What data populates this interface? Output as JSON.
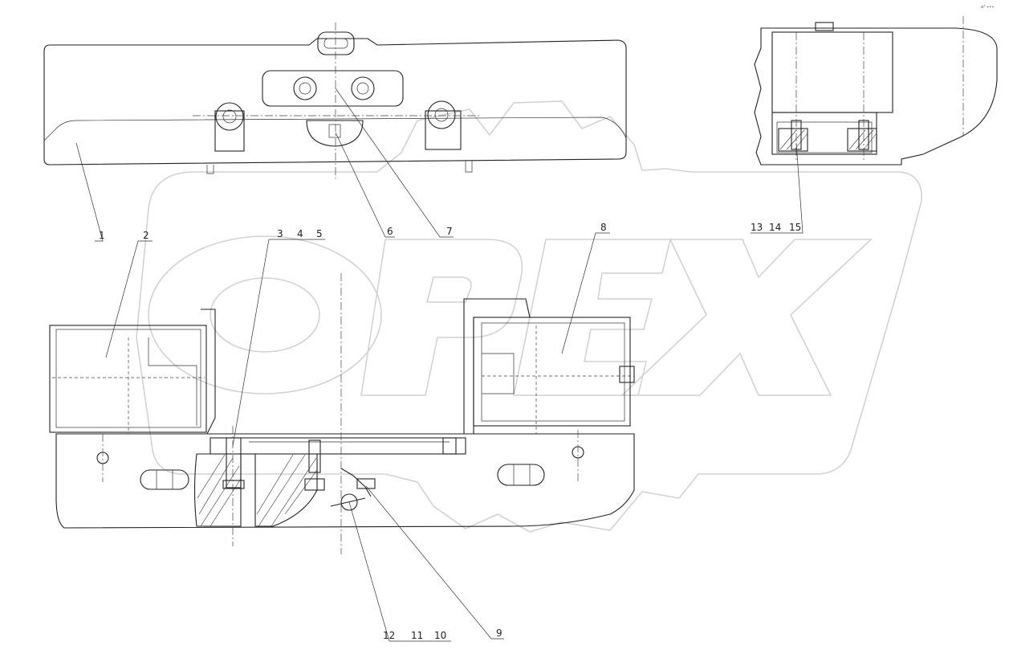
{
  "watermark": {
    "text": "OPEX",
    "color": "#d2d2d2"
  },
  "corner_mark": "a° ∙∙∙",
  "callouts": {
    "c1": "1",
    "c2": "2",
    "c3": "3",
    "c4": "4",
    "c5": "5",
    "c6": "6",
    "c7": "7",
    "c8": "8",
    "c9": "9",
    "c10": "10",
    "c11": "11",
    "c12": "12",
    "c13": "13",
    "c14": "14",
    "c15": "15"
  },
  "colors": {
    "line": "#222222",
    "background": "#ffffff",
    "watermark": "#d2d2d2"
  }
}
